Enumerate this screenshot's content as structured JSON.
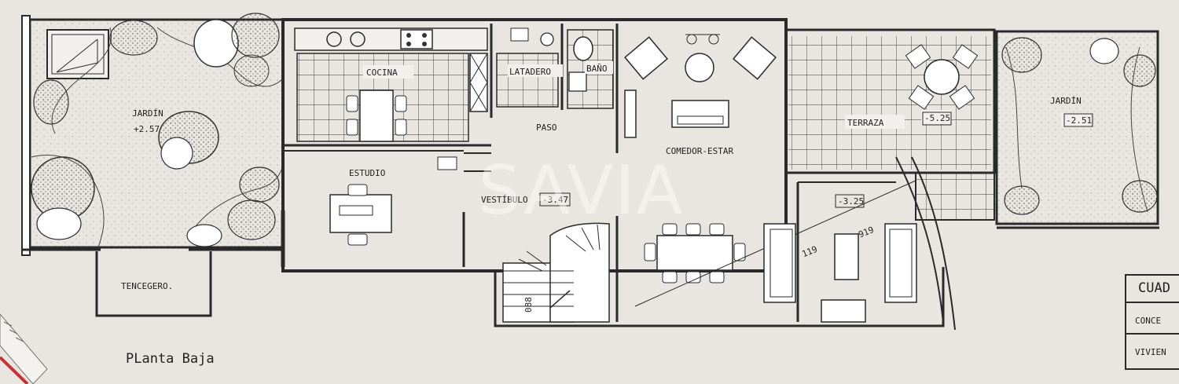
{
  "rooms": {
    "jardin_left": "JARDÍN",
    "jardin_left_level": "+2.57",
    "cocina": "COCINA",
    "latadero": "LATADERO",
    "bano": "BAÑO",
    "paso": "PASO",
    "comedor_estar": "COMEDOR-ESTAR",
    "terraza": "TERRAZA",
    "terraza_level": "-5.25",
    "jardin_right": "JARDÍN",
    "jardin_right_level": "-2.51",
    "estudio": "ESTUDIO",
    "vestibulo": "VESTÍBULO",
    "vestibulo_level": "-3.47",
    "living_level": "-3.25",
    "tendedero": "TENCEGERO."
  },
  "dimensions": {
    "a": "119",
    "b": "919",
    "stair": "088"
  },
  "title": "PLanta Baja",
  "legend": {
    "heading": "CUAD",
    "row1": "CONCE",
    "row2": "VIVIEN"
  },
  "watermark": "SAVIA",
  "colors": {
    "paper": "#e9e6e1",
    "ink": "#2a2a2a"
  }
}
